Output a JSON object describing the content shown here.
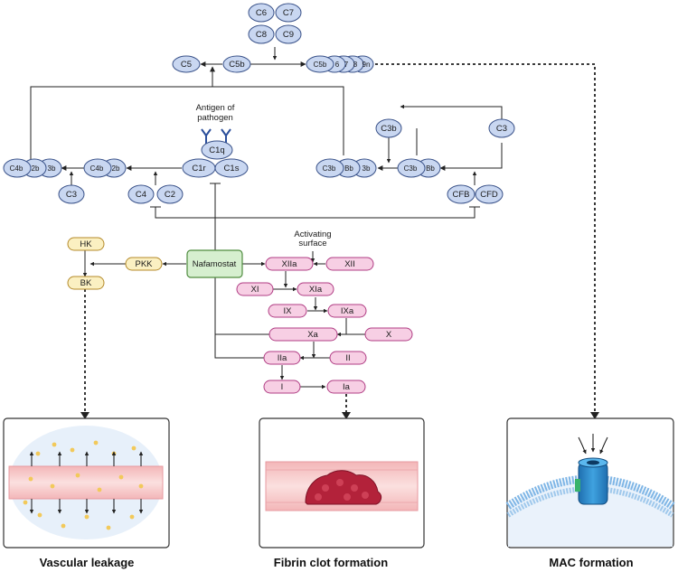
{
  "colors": {
    "complement_fill": "#c9d7f1",
    "complement_stroke": "#3a5289",
    "coag_fill": "#f7cfe4",
    "coag_stroke": "#b03d84",
    "kinin_fill": "#fbf0c2",
    "kinin_stroke": "#b48a2a",
    "drug_fill": "#d6efcf",
    "drug_stroke": "#4f8c3f",
    "arrow": "#222222"
  },
  "complement": {
    "c6": "C6",
    "c7": "C7",
    "c8": "C8",
    "c9": "C9",
    "c5": "C5",
    "c5b": "C5b",
    "mac": [
      "C5b",
      "6",
      "7",
      "8",
      "9n"
    ],
    "antigen_line1": "Antigen of",
    "antigen_line2": "pathogen",
    "c1q": "C1q",
    "c1r": "C1r",
    "c1s": "C1s",
    "c4b2b3b": [
      "C4b",
      "2b",
      "3b"
    ],
    "c4b2b": [
      "C4b",
      "2b"
    ],
    "c3_left": "C3",
    "c4": "C4",
    "c2": "C2",
    "c3bbb3b": [
      "C3b",
      "Bb",
      "3b"
    ],
    "c3bbb": [
      "C3b",
      "Bb"
    ],
    "c3b": "C3b",
    "c3_right": "C3",
    "cfb": "CFB",
    "cfd": "CFD"
  },
  "drug": {
    "name": "Nafamostat"
  },
  "kinin": {
    "hk": "HK",
    "bk": "BK",
    "pkk": "PKK"
  },
  "coag": {
    "surface_line1": "Activating",
    "surface_line2": "surface",
    "xiia": "XIIa",
    "xii": "XII",
    "xi": "XI",
    "xia": "XIa",
    "ix": "IX",
    "ixa": "IXa",
    "xa": "Xa",
    "x": "X",
    "iia": "IIa",
    "ii": "II",
    "i": "I",
    "ia": "Ia"
  },
  "panels": {
    "vascular": "Vascular leakage",
    "fibrin": "Fibrin clot formation",
    "mac": "MAC formation"
  }
}
